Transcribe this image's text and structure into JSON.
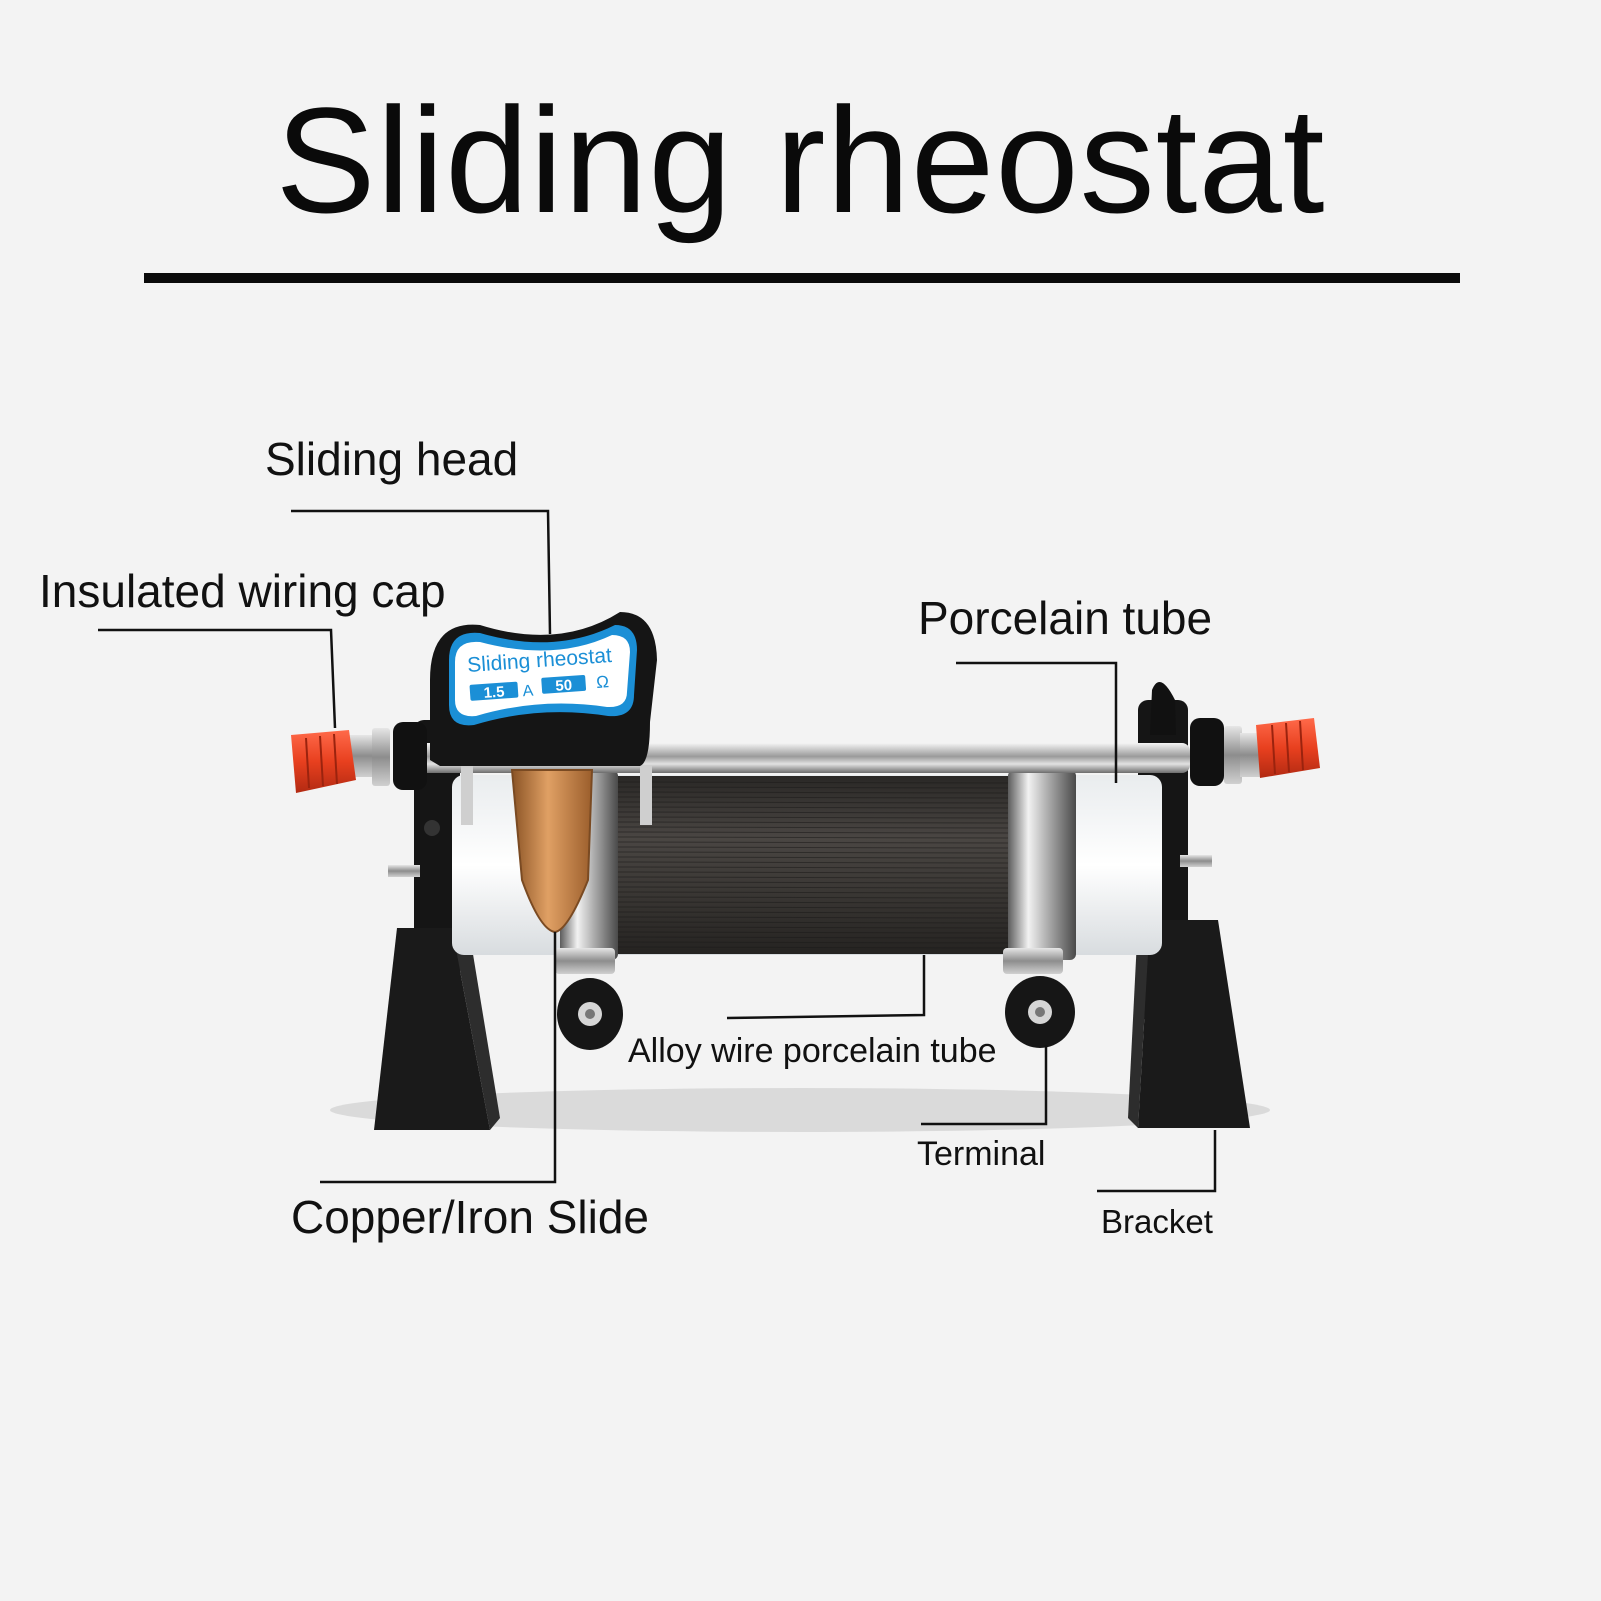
{
  "title": "Sliding rheostat",
  "device_label": {
    "name": "Sliding rheostat",
    "current": "1.5",
    "current_unit": "A",
    "resistance": "50",
    "resistance_unit": "Ω"
  },
  "labels": {
    "sliding_head": "Sliding head",
    "insulated_wiring_cap": "Insulated wiring cap",
    "porcelain_tube": "Porcelain tube",
    "alloy_wire_porcelain_tube": "Alloy wire porcelain tube",
    "terminal": "Terminal",
    "copper_iron_slide": "Copper/Iron Slide",
    "bracket": "Bracket"
  },
  "colors": {
    "background": "#f3f3f3",
    "cap_red": "#e8401f",
    "label_blue": "#1b8fd6",
    "coil_dark": "#3b3835",
    "copper": "#c98a4b",
    "black_plastic": "#151515"
  }
}
